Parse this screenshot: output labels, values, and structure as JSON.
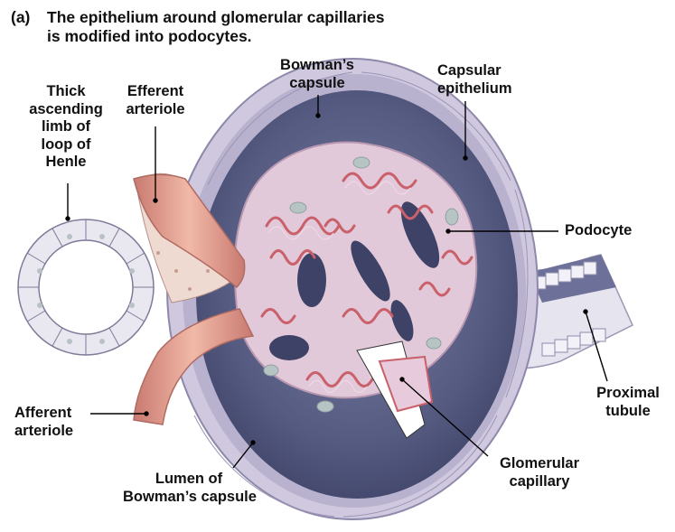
{
  "figure": {
    "tag": "(a)",
    "title_line1": "The epithelium around glomerular capillaries",
    "title_line2": "is modified into podocytes."
  },
  "labels": {
    "thick_ascending_limb": [
      "Thick",
      "ascending",
      "limb of",
      "loop of",
      "Henle"
    ],
    "efferent_arteriole": [
      "Efferent",
      "arteriole"
    ],
    "bowmans_capsule": [
      "Bowman’s",
      "capsule"
    ],
    "capsular_epithelium": [
      "Capsular",
      "epithelium"
    ],
    "podocyte": "Podocyte",
    "proximal_tubule": [
      "Proximal",
      "tubule"
    ],
    "afferent_arteriole": [
      "Afferent",
      "arteriole"
    ],
    "lumen_of_bowmans_capsule": [
      "Lumen of",
      "Bowman’s capsule"
    ],
    "glomerular_capillary": [
      "Glomerular",
      "capillary"
    ]
  },
  "colors": {
    "capsule_outer": "#c4bdd6",
    "capsule_dark": "#4e5277",
    "capsule_mid": "#6d7199",
    "tuft_pink": "#dcbfd2",
    "capillary_red": "#cf6e6e",
    "arteriole": "#e8a898",
    "cells": "#e9e8f1",
    "leader": "#000000"
  }
}
